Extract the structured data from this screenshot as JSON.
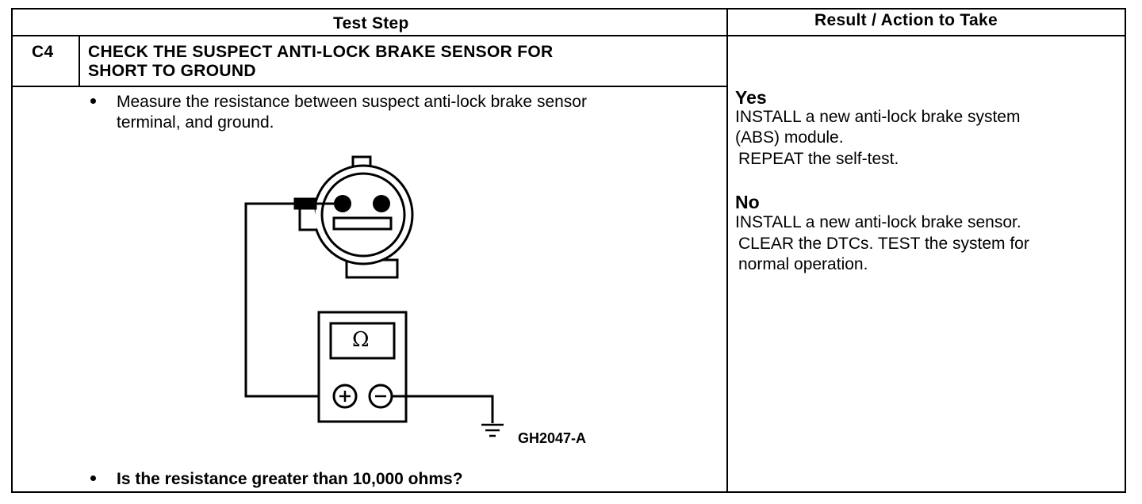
{
  "table": {
    "header_test_step": "Test Step",
    "header_result": "Result / Action to Take",
    "step_id": "C4",
    "step_title_line1": "CHECK THE SUSPECT ANTI-LOCK BRAKE SENSOR FOR",
    "step_title_line2": "SHORT TO GROUND",
    "instruction_line1": "Measure the resistance between suspect anti-lock brake sensor",
    "instruction_line2": "terminal, and ground.",
    "question": "Is the resistance greater than 10,000 ohms?",
    "figure_id": "GH2047-A",
    "meter_symbol": "Ω",
    "plus_symbol": "+",
    "minus_symbol": "−"
  },
  "result": {
    "yes_label": "Yes",
    "yes_line1": "INSTALL a new anti-lock brake system",
    "yes_line2": "(ABS) module.",
    "yes_line3": "REPEAT the self-test.",
    "no_label": "No",
    "no_line1": "INSTALL a new anti-lock brake sensor.",
    "no_line2": "CLEAR the DTCs. TEST the system for",
    "no_line3": "normal  operation."
  }
}
